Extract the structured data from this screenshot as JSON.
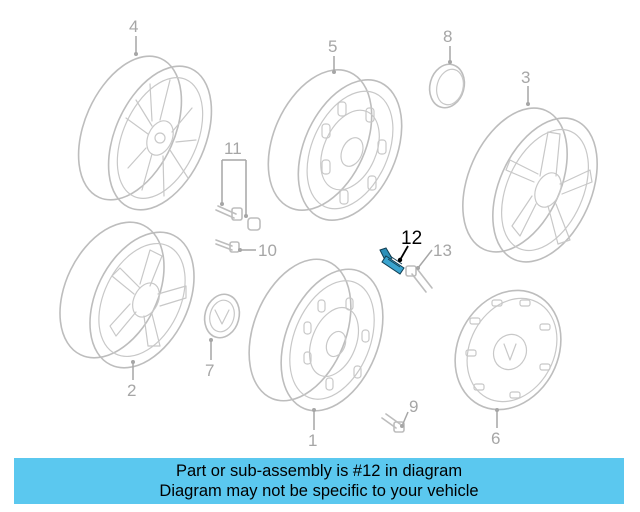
{
  "diagram": {
    "callouts": [
      "1",
      "2",
      "3",
      "4",
      "5",
      "7",
      "8",
      "9",
      "10",
      "11",
      "13",
      "6"
    ],
    "highlighted_callout": "12",
    "colors": {
      "highlight": "#2d8fb8",
      "line": "#bdbdbd",
      "label": "#a6a6a6"
    }
  },
  "banner": {
    "line1": "Part or sub-assembly is #12 in diagram",
    "line2": "Diagram may not be specific to your vehicle",
    "color": "#5bc8ef"
  }
}
